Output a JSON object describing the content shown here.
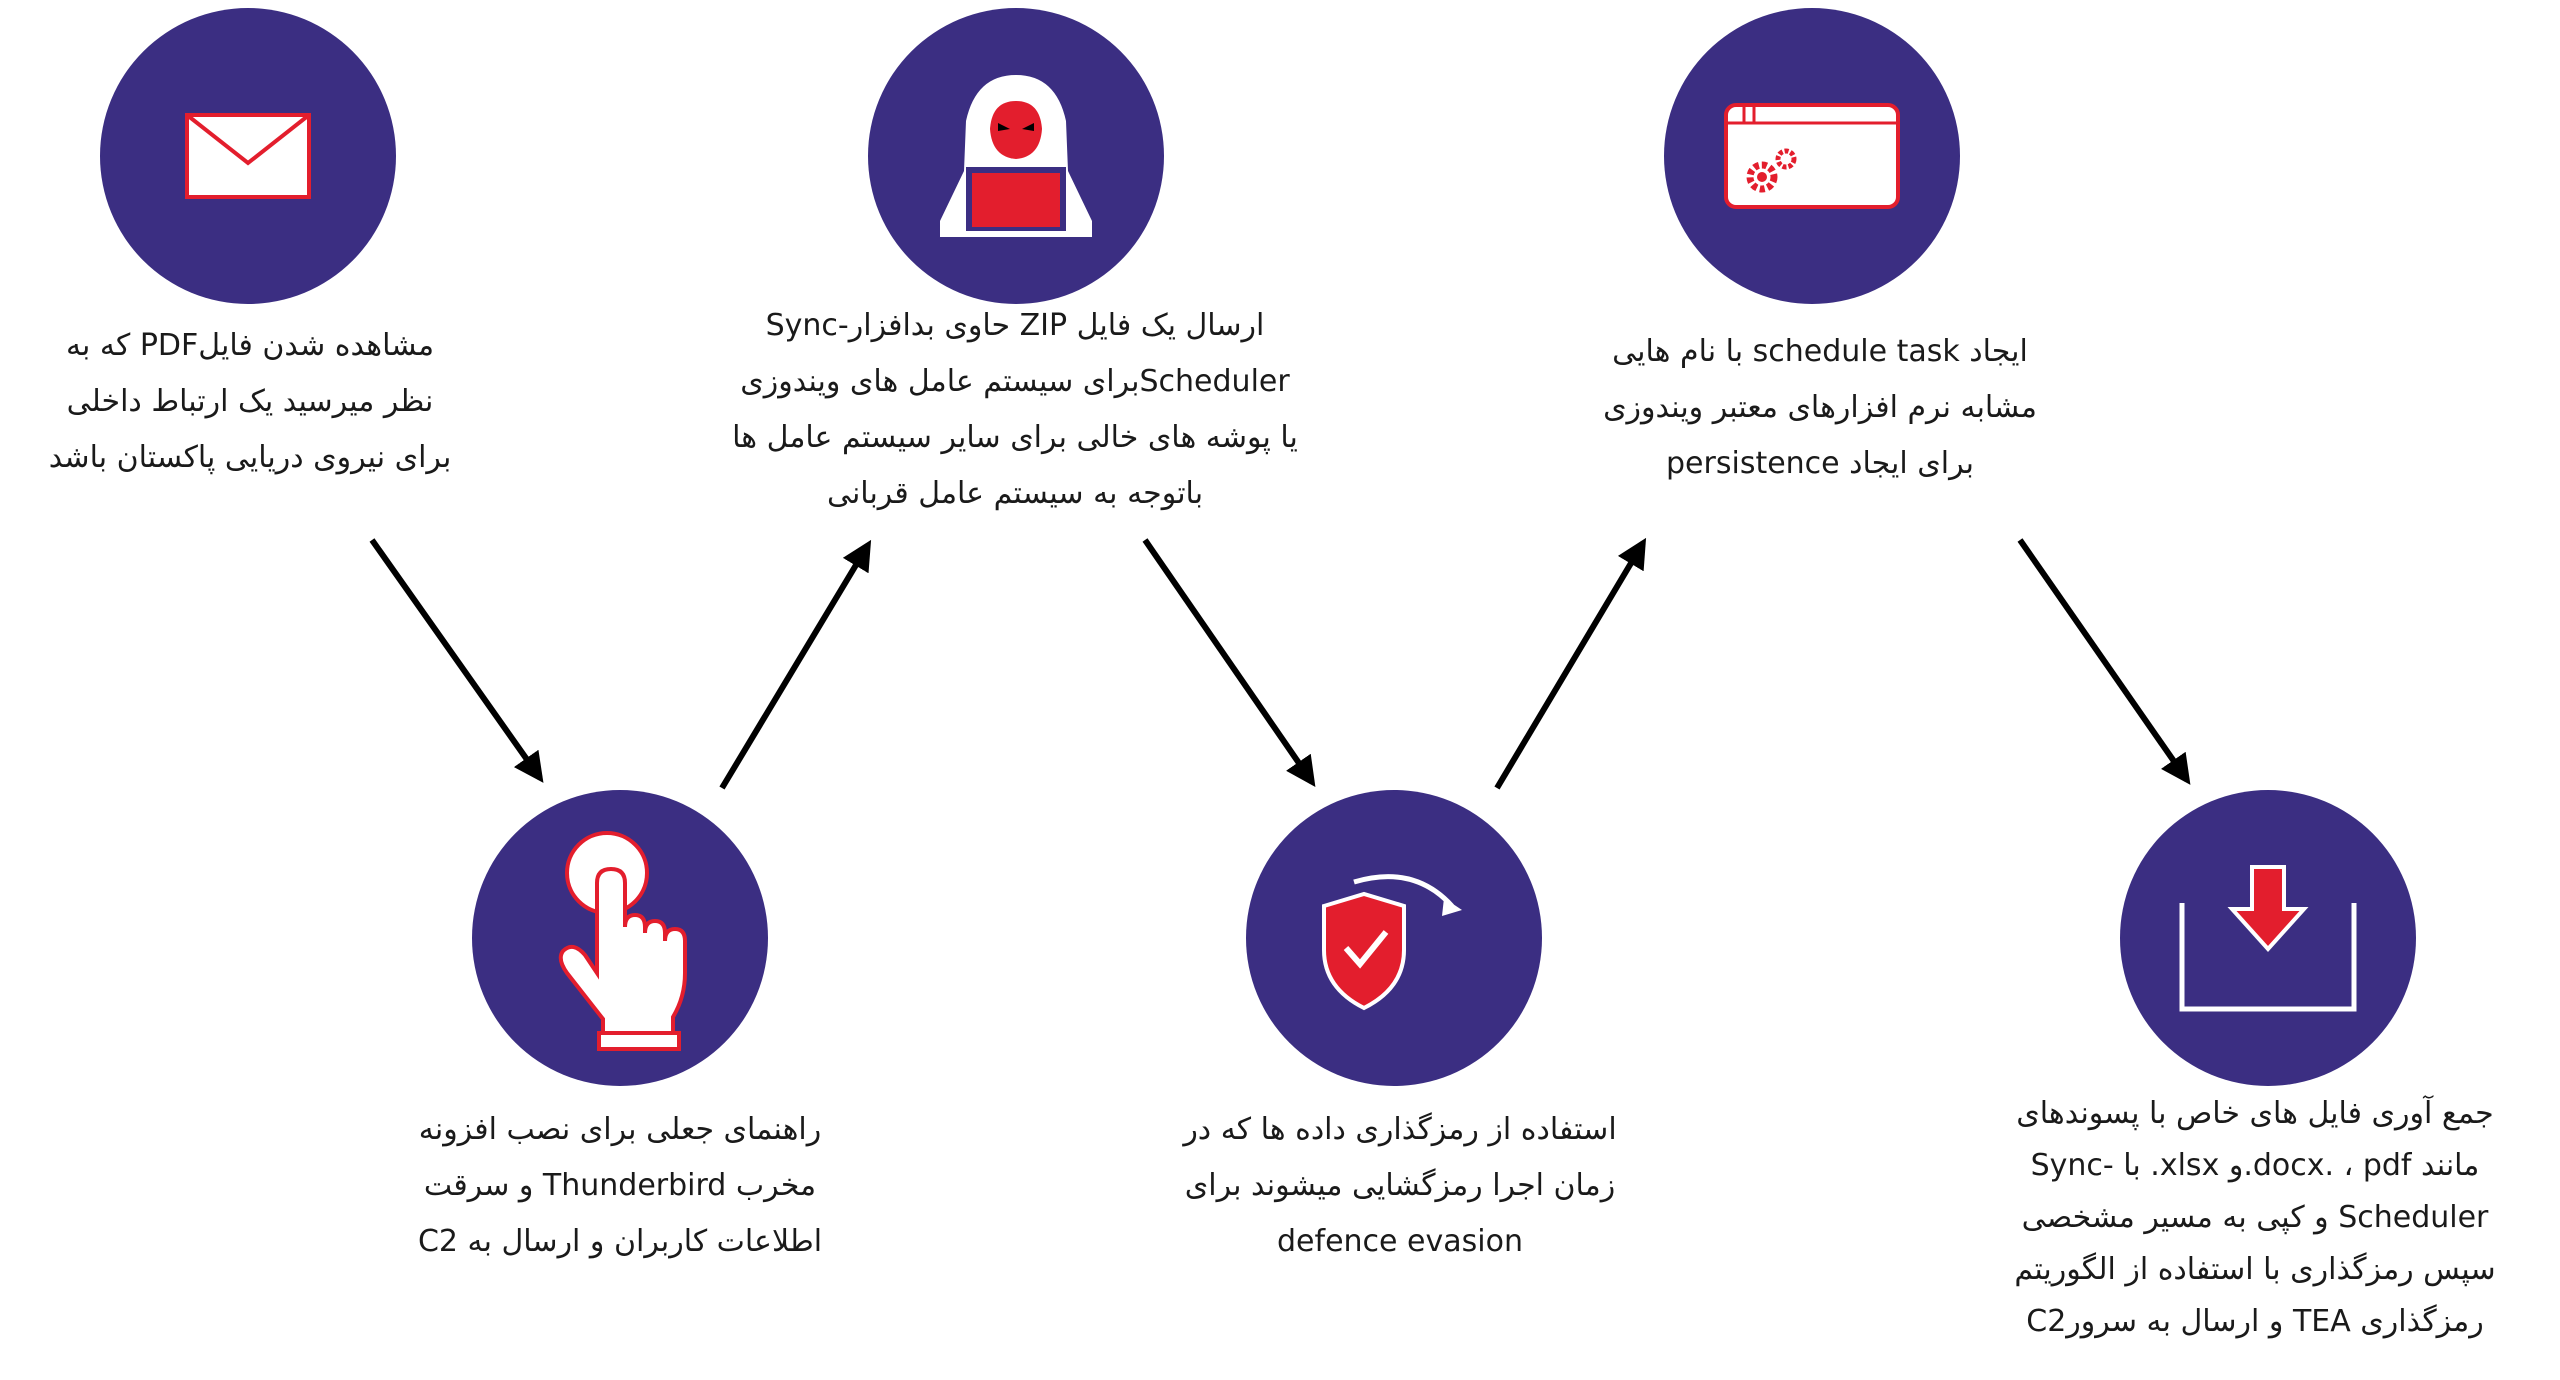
{
  "steps": [
    {
      "icon": "envelope-icon",
      "lines": [
        "مشاهده شدن فایلPDF  که به",
        "نظر میرسید یک ارتباط داخلی",
        "برای نیروی دریایی پاکستان باشد"
      ]
    },
    {
      "icon": "pointing-hand-icon",
      "lines": [
        "راهنمای جعلی برای نصب افزونه",
        "مخرب Thunderbird و سرقت",
        "اطلاعات کاربران و ارسال به C2"
      ]
    },
    {
      "icon": "hacker-icon",
      "lines": [
        "ارسال یک فایل ZIP حاوی بدافزار-Sync",
        "Schedulerبرای سیستم عامل های ویندوزی",
        "یا پوشه های خالی برای سایر سیستم عامل ها",
        "باتوجه به سیستم عامل قربانی"
      ]
    },
    {
      "icon": "shield-check-icon",
      "lines": [
        "استفاده از رمزگذاری داده ها که در",
        "زمان اجرا رمزگشایی میشوند برای",
        "defence evasion"
      ]
    },
    {
      "icon": "scheduled-window-gear-icon",
      "lines": [
        "ایجاد schedule task با نام هایی",
        "مشابه نرم افزارهای معتبر ویندوزی",
        "برای ایجاد persistence"
      ]
    },
    {
      "icon": "download-tray-icon",
      "lines": [
        "جمع آوری فایل های خاص با پسوندهای",
        "مانند docx. ، pdf.و xlsx. با -Sync",
        "Scheduler و کپی به مسیر مشخصی",
        "سپس رمزگذاری با استفاده از الگوریتم",
        "رمزگذاری TEA و ارسال به سرورC2"
      ]
    }
  ],
  "colors": {
    "circle": "#3b2e82",
    "accent": "#e31e2d",
    "icon_light": "#ffffff",
    "arrow": "#000000"
  }
}
